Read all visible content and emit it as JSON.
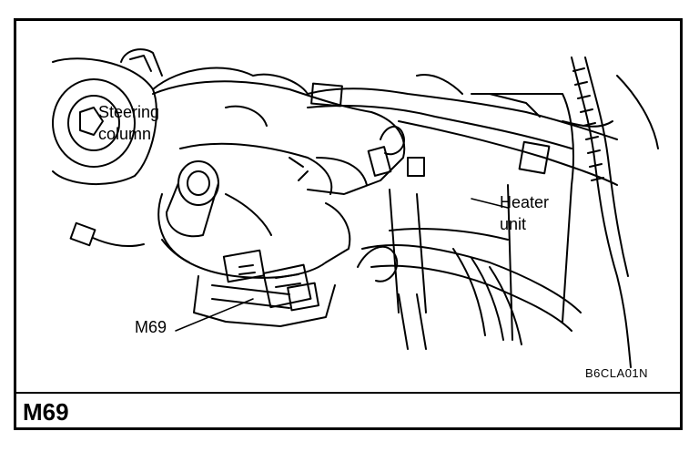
{
  "labels": {
    "steering": "Steering",
    "column": "column",
    "heater": "Heater",
    "unit": "unit",
    "connector": "M69"
  },
  "figure_code": "B6CLA01N",
  "title": "M69",
  "colors": {
    "line": "#000000",
    "background": "#ffffff"
  }
}
